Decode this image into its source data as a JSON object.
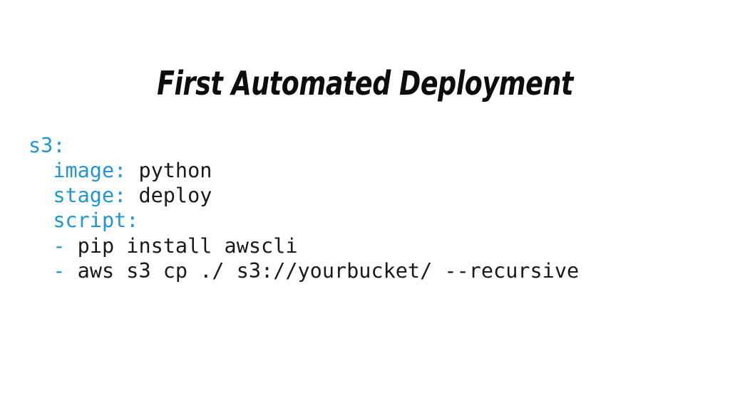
{
  "slide": {
    "title": "First Automated Deployment",
    "background_color": "#ffffff",
    "title_color": "#0d0d0d"
  },
  "code": {
    "language": "yaml",
    "key_color": "#2196d3",
    "text_color": "#1a1a1a",
    "lines": [
      {
        "indent": "",
        "key": "s3:",
        "value": ""
      },
      {
        "indent": "  ",
        "key": "image:",
        "value": " python"
      },
      {
        "indent": "  ",
        "key": "stage:",
        "value": " deploy"
      },
      {
        "indent": "  ",
        "key": "script:",
        "value": ""
      },
      {
        "indent": "  ",
        "dash": "-",
        "command": " pip install awscli"
      },
      {
        "indent": "  ",
        "dash": "-",
        "command": " aws s3 cp ./ s3://yourbucket/ --recursive"
      }
    ],
    "raw": "s3:\n  image: python\n  stage: deploy\n  script:\n  - pip install awscli\n  - aws s3 cp ./ s3://yourbucket/ --recursive"
  }
}
